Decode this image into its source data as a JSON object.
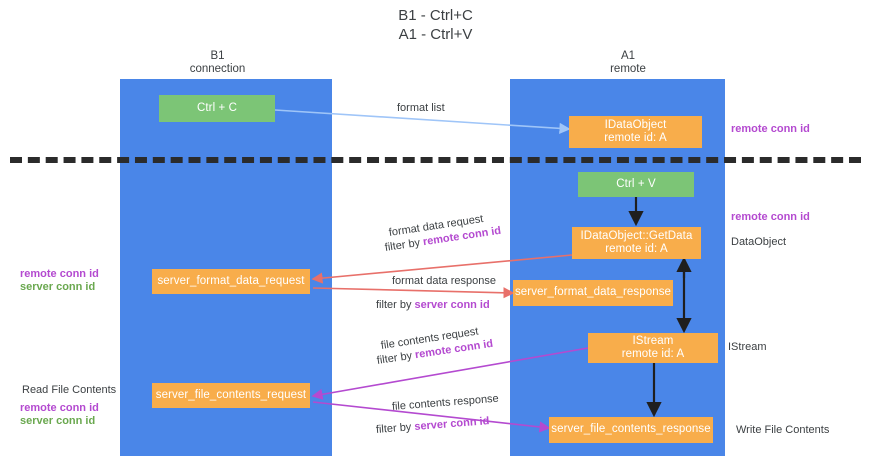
{
  "title": "B1 - Ctrl+C\nA1 - Ctrl+V",
  "lanes": [
    {
      "header": "B1\nconnection",
      "name": "b1-connection"
    },
    {
      "header": "A1\nremote",
      "name": "a1-remote"
    }
  ],
  "nodes": {
    "ctrl_c": "Ctrl + C",
    "idataobject": "IDataObject\nremote id: A",
    "ctrl_v": "Ctrl + V",
    "getdata": "IDataObject::GetData\nremote id: A",
    "server_format_data_request": "server_format_data_request",
    "server_format_data_response": "server_format_data_response",
    "istream": "IStream\nremote id: A",
    "server_file_contents_request": "server_file_contents_request",
    "server_file_contents_response": "server_file_contents_response"
  },
  "edge_labels": {
    "format_list": "format list",
    "format_data_request": "format data request",
    "format_data_request_filter_prefix": "filter by ",
    "format_data_request_filter_key": "remote conn id",
    "format_data_response": "format data response",
    "format_data_response_filter_prefix": "filter by ",
    "format_data_response_filter_key": "server conn id",
    "file_contents_request": "file contents request",
    "file_contents_request_filter_prefix": "filter by ",
    "file_contents_request_filter_key": "remote conn id",
    "file_contents_response": "file contents response",
    "file_contents_response_filter_prefix": "filter by ",
    "file_contents_response_filter_key": "server conn id"
  },
  "annotations": {
    "right_remote_conn_id_top": "remote conn id",
    "right_remote_conn_id_mid": "remote conn id",
    "right_dataobject": "DataObject",
    "right_istream": "IStream",
    "right_write_file_contents": "Write File Contents",
    "left_remote_conn_id": "remote conn id",
    "left_server_conn_id": "server conn id",
    "left_read_file_contents": "Read File Contents",
    "left_remote_conn_id_2": "remote conn id",
    "left_server_conn_id_2": "server conn id"
  },
  "colors": {
    "lane": "#4a86e8",
    "node_green": "#7cc576",
    "node_orange": "#f8ad4b",
    "remote_conn": "#b44ad0",
    "server_conn": "#6aa84f",
    "arrow_blue": "#9fc5f8",
    "arrow_red": "#e8706a",
    "arrow_purple": "#b44ad0",
    "arrow_black": "#2b2b2b",
    "divider": "#2b2b2b",
    "text": "#3c4043"
  }
}
